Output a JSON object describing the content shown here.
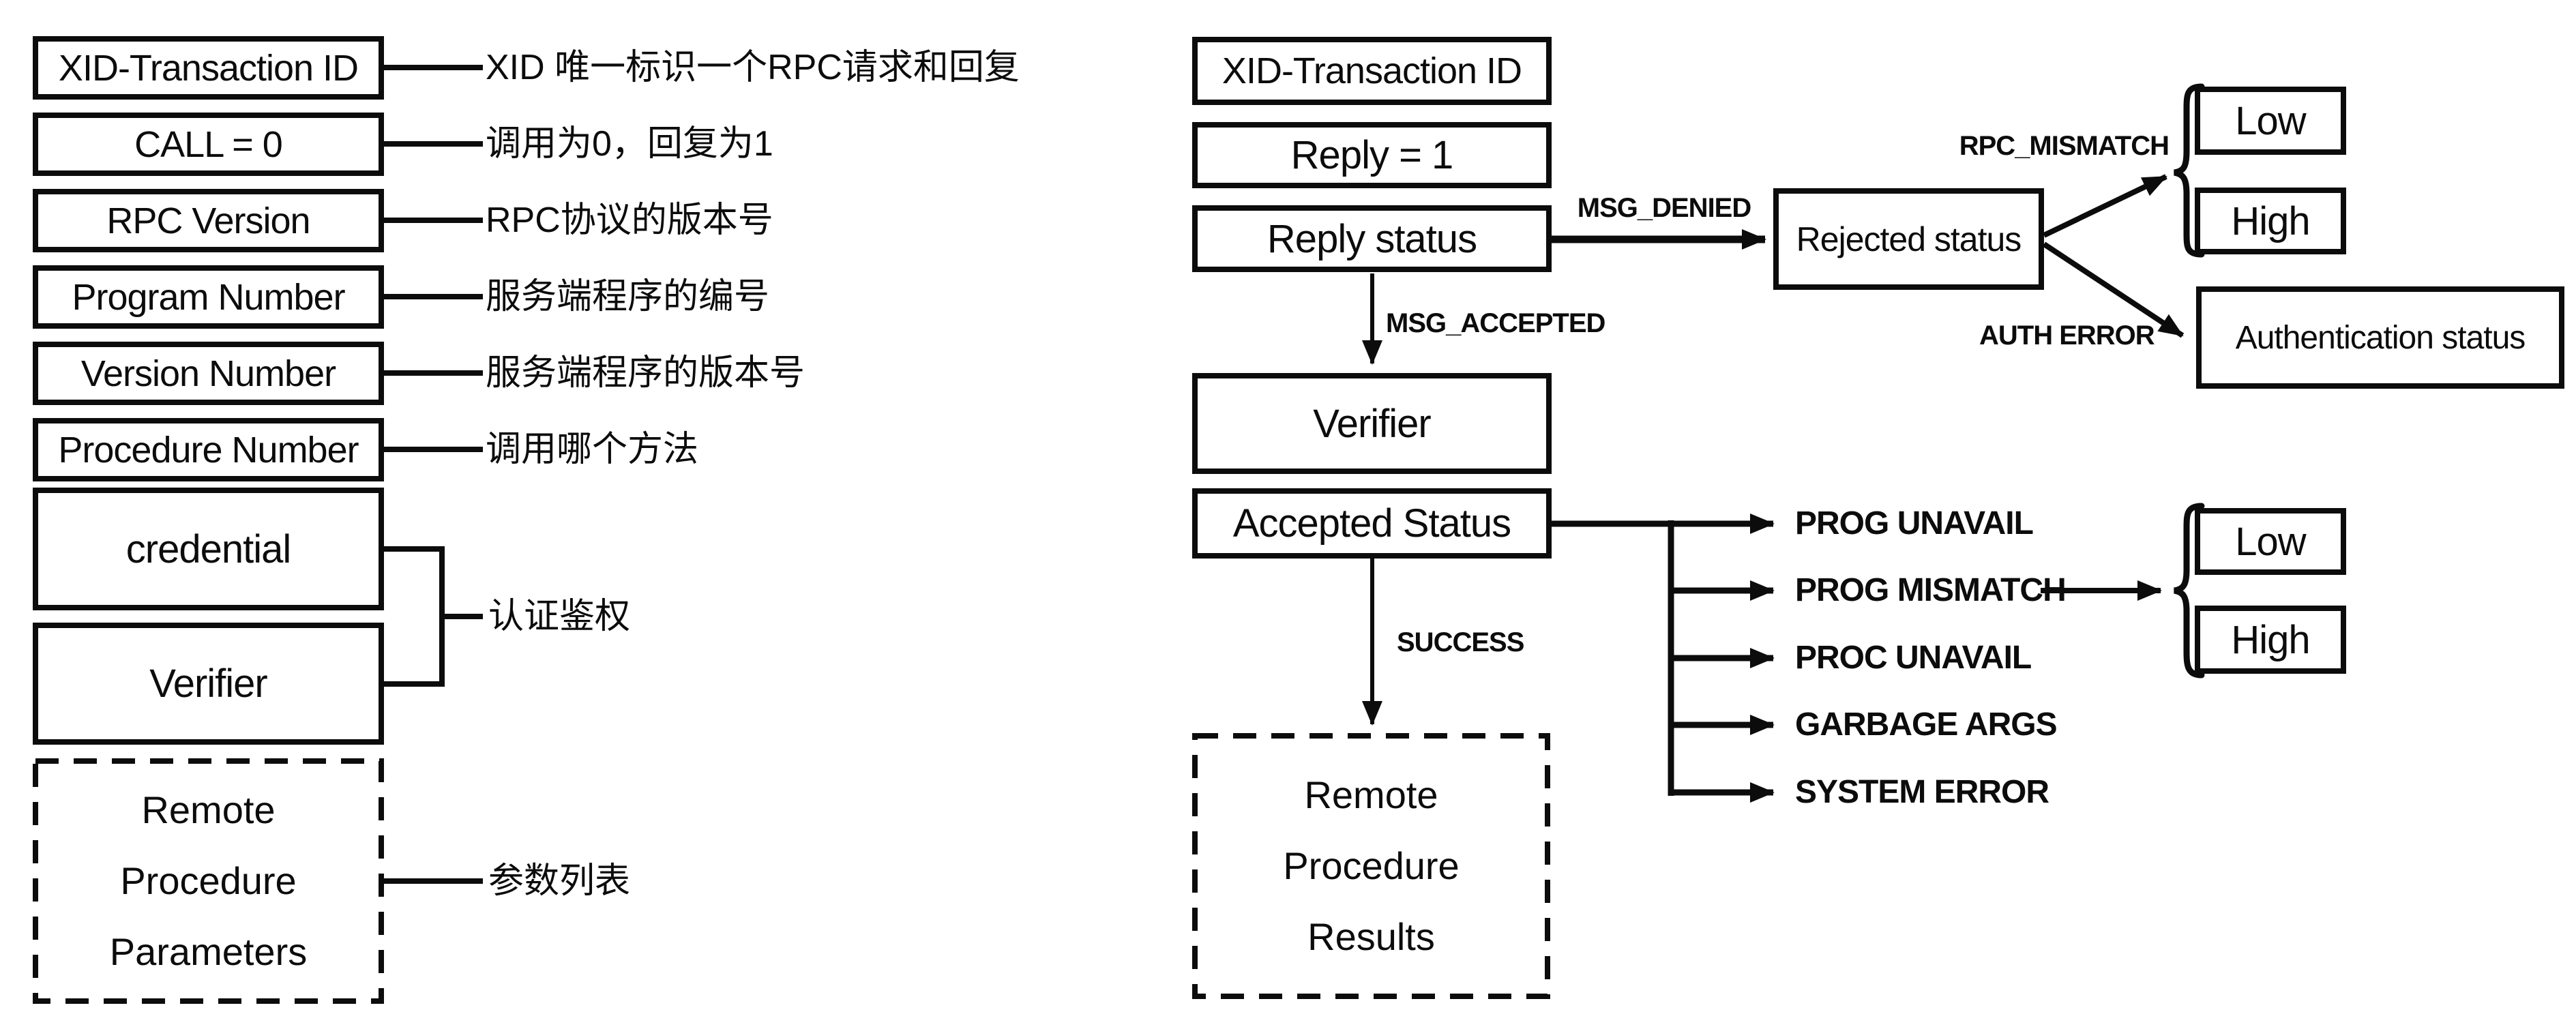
{
  "diagram": {
    "colors": {
      "ink": "#0c0c0c",
      "background": "#ffffff"
    },
    "left": {
      "fields": [
        {
          "label": "XID-Transaction ID",
          "note": "XID 唯一标识一个RPC请求和回复"
        },
        {
          "label": "CALL = 0",
          "note": "调用为0，回复为1"
        },
        {
          "label": "RPC Version",
          "note": "RPC协议的版本号"
        },
        {
          "label": "Program Number",
          "note": "服务端程序的编号"
        },
        {
          "label": "Version Number",
          "note": "服务端程序的版本号"
        },
        {
          "label": "Procedure Number",
          "note": "调用哪个方法"
        }
      ],
      "credential_label": "credential",
      "verifier_label": "Verifier",
      "auth_note": "认证鉴权",
      "params_lines": {
        "l1": "Remote",
        "l2": "Procedure",
        "l3": "Parameters"
      },
      "params_note": "参数列表"
    },
    "right": {
      "xid_label": "XID-Transaction ID",
      "reply_label": "Reply = 1",
      "reply_status_label": "Reply status",
      "verifier_label": "Verifier",
      "accepted_status_label": "Accepted Status",
      "results_lines": {
        "l1": "Remote",
        "l2": "Procedure",
        "l3": "Results"
      },
      "msg_denied": "MSG_DENIED",
      "msg_accepted": "MSG_ACCEPTED",
      "success": "SUCCESS",
      "rejected_status_label": "Rejected status",
      "rpc_mismatch": "RPC_MISMATCH",
      "auth_error": "AUTH ERROR",
      "authentication_status_label": "Authentication status",
      "rejected_low_label": "Low",
      "rejected_high_label": "High",
      "mismatch_low_label": "Low",
      "mismatch_high_label": "High",
      "accept_branches": [
        "PROG UNAVAIL",
        "PROG MISMATCH",
        "PROC UNAVAIL",
        "GARBAGE ARGS",
        "SYSTEM ERROR"
      ]
    }
  }
}
